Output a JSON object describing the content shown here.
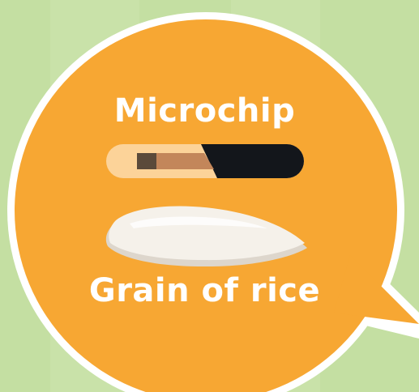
{
  "labels": {
    "microchip": "Microchip",
    "rice": "Grain of rice"
  },
  "colors": {
    "background": "#c4dfa2",
    "background_stripe": "#cae3aa",
    "bubble_fill": "#f7a733",
    "bubble_outline": "#ffffff",
    "chip_glass": "#fcd399",
    "chip_cap": "#13161b",
    "chip_coil": "#c3865a",
    "chip_core": "#5b4a3a",
    "rice": "#f5f1ea",
    "rice_shadow": "#ddd6cc",
    "text": "#ffffff"
  },
  "icons": [
    "speech-bubble",
    "microchip-icon",
    "rice-grain-icon"
  ]
}
